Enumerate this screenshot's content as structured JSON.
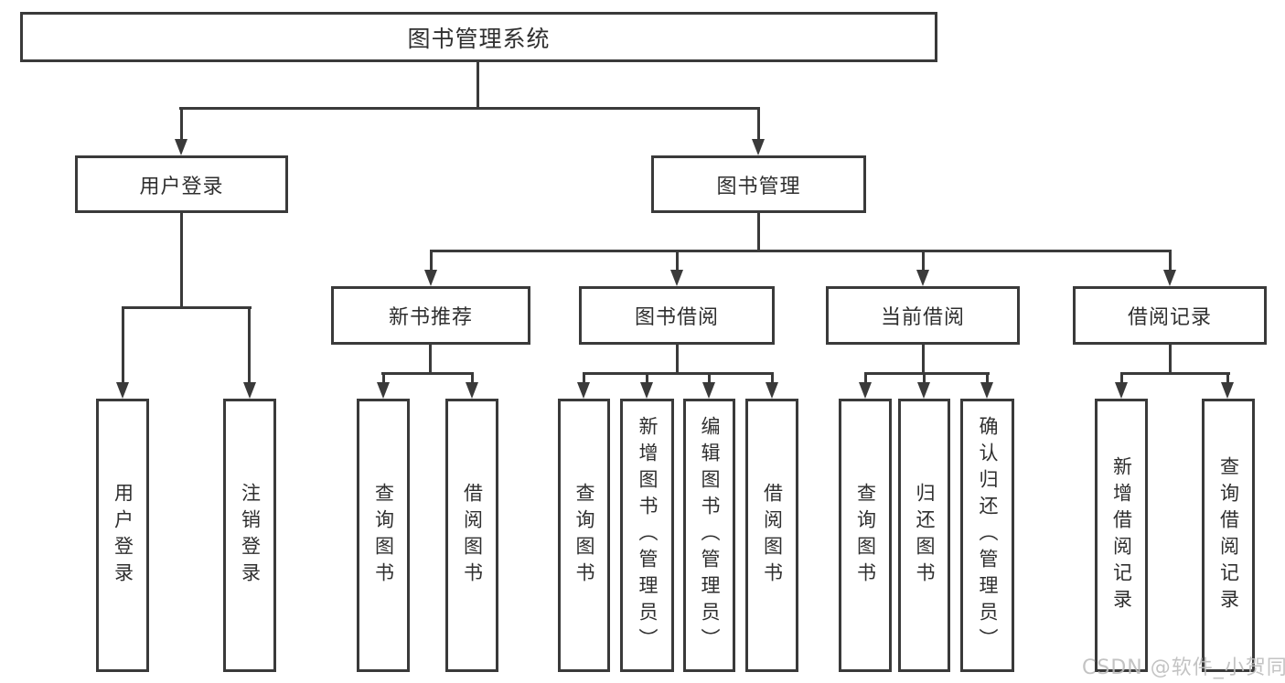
{
  "diagram_title": "图书管理系统",
  "tree": {
    "label": "图书管理系统",
    "children": [
      {
        "label": "用户登录",
        "children": [
          {
            "label": "用户登录"
          },
          {
            "label": "注销登录"
          }
        ]
      },
      {
        "label": "图书管理",
        "children": [
          {
            "label": "新书推荐",
            "children": [
              {
                "label": "查询图书"
              },
              {
                "label": "借阅图书"
              }
            ]
          },
          {
            "label": "图书借阅",
            "children": [
              {
                "label": "查询图书"
              },
              {
                "label": "新增图书（管理员）"
              },
              {
                "label": "编辑图书（管理员）"
              },
              {
                "label": "借阅图书"
              }
            ]
          },
          {
            "label": "当前借阅",
            "children": [
              {
                "label": "查询图书"
              },
              {
                "label": "归还图书"
              },
              {
                "label": "确认归还（管理员）"
              }
            ]
          },
          {
            "label": "借阅记录",
            "children": [
              {
                "label": "新增借阅记录"
              },
              {
                "label": "查询借阅记录"
              }
            ]
          }
        ]
      }
    ]
  },
  "watermark": {
    "text": "CSDN @软件_小贺同学"
  },
  "colors": {
    "line": "#3a3a3a",
    "text": "#2f2f2f",
    "watermark": "#bdbdbd",
    "background": "#ffffff"
  }
}
